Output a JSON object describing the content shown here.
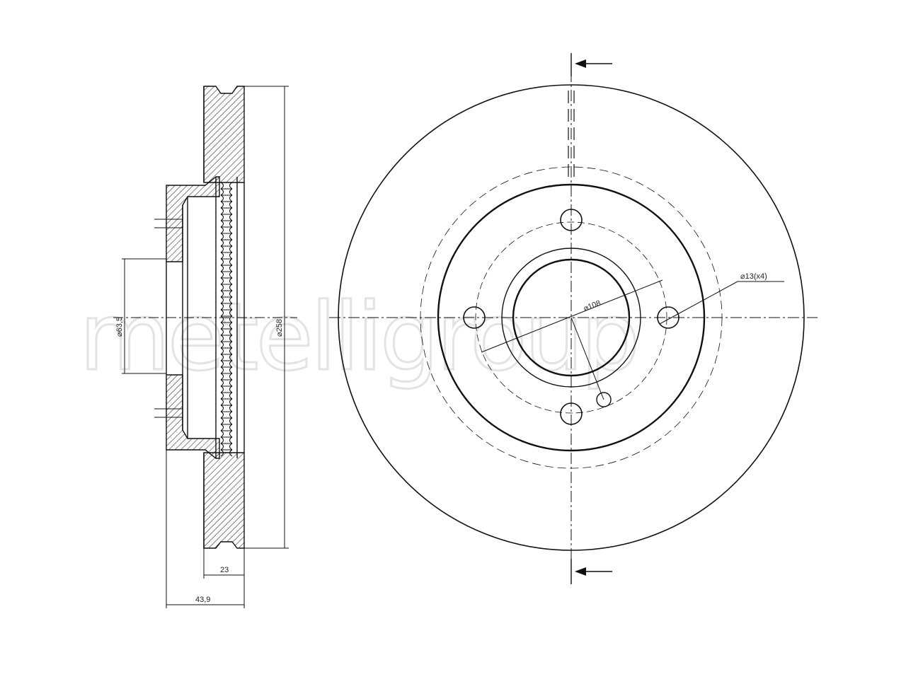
{
  "watermark": "metelligroup",
  "side_view": {
    "dim_height": "⌀258",
    "dim_center_bore": "⌀63,5",
    "dim_thickness": "23",
    "dim_total_height": "43,9"
  },
  "front_view": {
    "dim_pcd": "⌀108",
    "dim_holes": "⌀13(x4)"
  },
  "colors": {
    "line": "#111111",
    "hatch": "#333333",
    "watermark": "#e3e3e3"
  }
}
